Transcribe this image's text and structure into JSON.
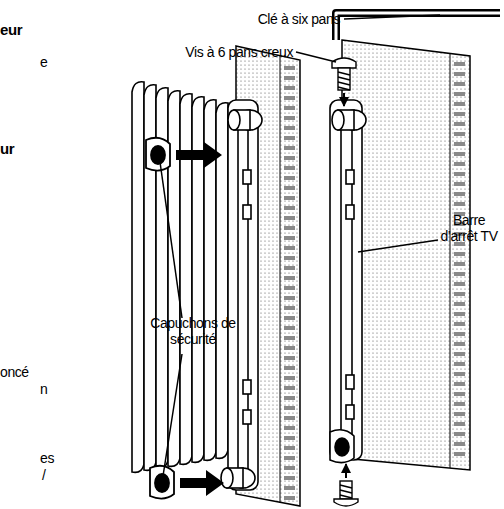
{
  "diagram": {
    "labels": [
      "eur",
      "e",
      "ur",
      "oncé",
      "n",
      "es",
      "/",
      "Clé à six pans",
      "Vis à 6 pans creux",
      "Barre d’arrêt TV",
      "Capuchons de sécurité"
    ]
  }
}
